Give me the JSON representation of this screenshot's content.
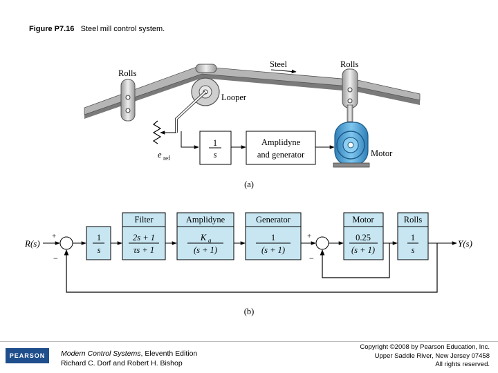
{
  "figure": {
    "label": "Figure P7.16",
    "caption": "Steel mill control system."
  },
  "part_a": {
    "label": "(a)",
    "rolls_left": "Rolls",
    "rolls_right": "Rolls",
    "steel": "Steel",
    "looper": "Looper",
    "integrator_num": "1",
    "integrator_den": "s",
    "amplidyne_line1": "Amplidyne",
    "amplidyne_line2": "and generator",
    "motor": "Motor",
    "eref_main": "e",
    "eref_sub": "ref"
  },
  "part_b": {
    "label": "(b)",
    "input": "R(s)",
    "output": "Y(s)",
    "sum1_plus": "+",
    "sum1_minus": "−",
    "sum2_plus": "+",
    "sum2_minus": "−",
    "blocks": [
      {
        "header": "",
        "num": "1",
        "den": "s"
      },
      {
        "header": "Filter",
        "num": "2s + 1",
        "den": "τs + 1"
      },
      {
        "header": "Amplidyne",
        "num": "K",
        "num_sub": "a",
        "den": "(s + 1)"
      },
      {
        "header": "Generator",
        "num": "1",
        "den": "(s + 1)"
      },
      {
        "header": "Motor",
        "num": "0.25",
        "den": "(s + 1)"
      },
      {
        "header": "Rolls",
        "num": "1",
        "den": "s"
      }
    ]
  },
  "footer": {
    "logo": "PEARSON",
    "book_title": "Modern Control Systems",
    "book_edition": ", Eleventh Edition",
    "authors": "Richard C. Dorf and Robert H. Bishop",
    "copyright_line1": "Copyright ©2008 by Pearson Education, Inc.",
    "copyright_line2": "Upper Saddle River, New Jersey 07458",
    "copyright_line3": "All rights reserved."
  },
  "colors": {
    "block_fill": "#c7e6f2",
    "motor_blue": "#5aaee0",
    "steel_strip": "#a9a9a9",
    "rolls_gray": "#c8c8c8"
  }
}
